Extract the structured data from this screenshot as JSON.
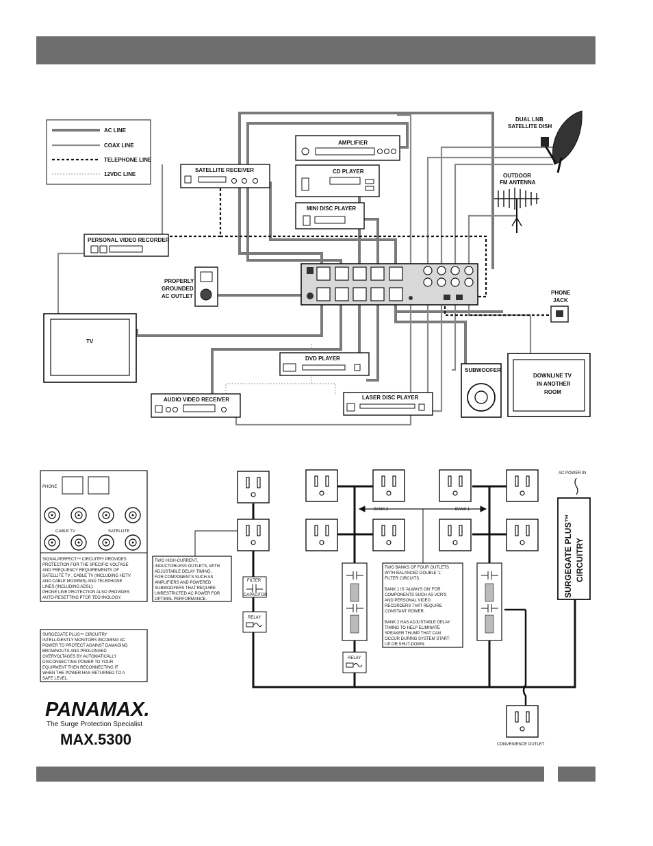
{
  "legend": {
    "ac": "AC LINE",
    "coax": "COAX LINE",
    "phone": "TELEPHONE LINE",
    "dc": "12VDC LINE"
  },
  "devices": {
    "amplifier": "AMPLIFIER",
    "cd": "CD PLAYER",
    "minidisc": "MINI DISC PLAYER",
    "satrx": "SATELLITE RECEIVER",
    "pvr": "PERSONAL VIDEO RECORDER",
    "dish_1": "DUAL LNB",
    "dish_2": "SATELLITE DISH",
    "fm_1": "OUTDOOR",
    "fm_2": "FM ANTENNA",
    "outlet_1": "PROPERLY",
    "outlet_2": "GROUNDED",
    "outlet_3": "AC OUTLET",
    "phonejack_1": "PHONE",
    "phonejack_2": "JACK",
    "tv": "TV",
    "dvd": "DVD PLAYER",
    "sub": "SUBWOOFER",
    "downline_1": "DOWNLINE TV",
    "downline_2": "IN ANOTHER",
    "downline_3": "ROOM",
    "avr": "AUDIO VIDEO RECEIVER",
    "laser": "LASER DISC PLAYER"
  },
  "panel": {
    "phone": "PHONE",
    "cable": "CABLE TV",
    "satellite": "SATELLITE",
    "text": [
      "SIGNALPERFECT™ CIRCUITRY PROVIDES",
      "PROTECTION FOR THE SPECIFIC VOLTAGE",
      "AND FREQUENCY REQUIREMENTS OF",
      "SATELLITE TV , CABLE TV (INCLUDING HDTV",
      "AND CABLE MODEMS) AND TELEPHONE",
      "LINES (INCLUDING ADSL).",
      "PHONE LINE PROTECTION ALSO PROVIDES",
      "AUTO-RESETTING PTCR TECHNOLOGY."
    ]
  },
  "surge_text": [
    "SURGEGATE PLUS™ CIRCUITRY",
    "INTELLIGENTLY MONITORS INCOMING AC",
    "POWER TO PROTECT AGAINST DAMAGING",
    "BROWNOUTS AND PROLONGED",
    "OVERVOLTAGES BY AUTOMATICALLY",
    "DISCONNECTING POWER TO YOUR",
    "EQUIPMENT THEN RECONNECTING IT",
    "WHEN THE POWER HAS RETURNED TO A",
    "SAFE LEVEL."
  ],
  "highcurrent_text": [
    "TWO HIGH-CURRENT,",
    "INDUCTORLESS OUTLETS, WITH",
    "ADJUSTABLE DELAY TIMING,",
    "FOR COMPONENTS SUCH AS",
    "AMPLIFIERS AND POWERED",
    "SUBWOOFERS THAT REQUIRE",
    "UNRESTRICTED AC POWER FOR",
    "OPTIMAL PERFORMANCE."
  ],
  "banks_text": [
    "TWO BANKS OF FOUR OUTLETS",
    "WITH BALANCED DOUBLE 'L'",
    "FILTER CIRCUITS.",
    "",
    "BANK 1 IS 'ALWAYS ON' FOR",
    "COMPONENTS SUCH AS VCR'S",
    "AND PERSONAL VIDEO",
    "RECORDERS THAT REQUIRE",
    "CONSTANT POWER.",
    "",
    "BANK 2 HAS ADJUSTABLE DELAY",
    "TIMING TO HELP ELIMINATE",
    "SPEAKER THUMP THAT CAN",
    "OCCUR DURING SYSTEM START-",
    "UP OR SHUT-DOWN."
  ],
  "schematic": {
    "filter": "FILTER",
    "capacitor": "CAPACITOR",
    "relay": "RELAY",
    "bank2": "BANK 2",
    "bank1": "BANK 1",
    "ac_in": "AC POWER IN",
    "surgegate_1": "SURGEGATE PLUS™",
    "surgegate_2": "CIRCUITRY",
    "convenience": "CONVENIENCE OUTLET"
  },
  "brand": {
    "logo": "PANAMAX.",
    "tagline": "The Surge Protection Specialist",
    "model": "MAX.5300"
  },
  "colors": {
    "bar": "#6e6e6e",
    "line": "#111111",
    "ac_line": "#7a7a7a",
    "coax_line": "#8a8a8a"
  }
}
